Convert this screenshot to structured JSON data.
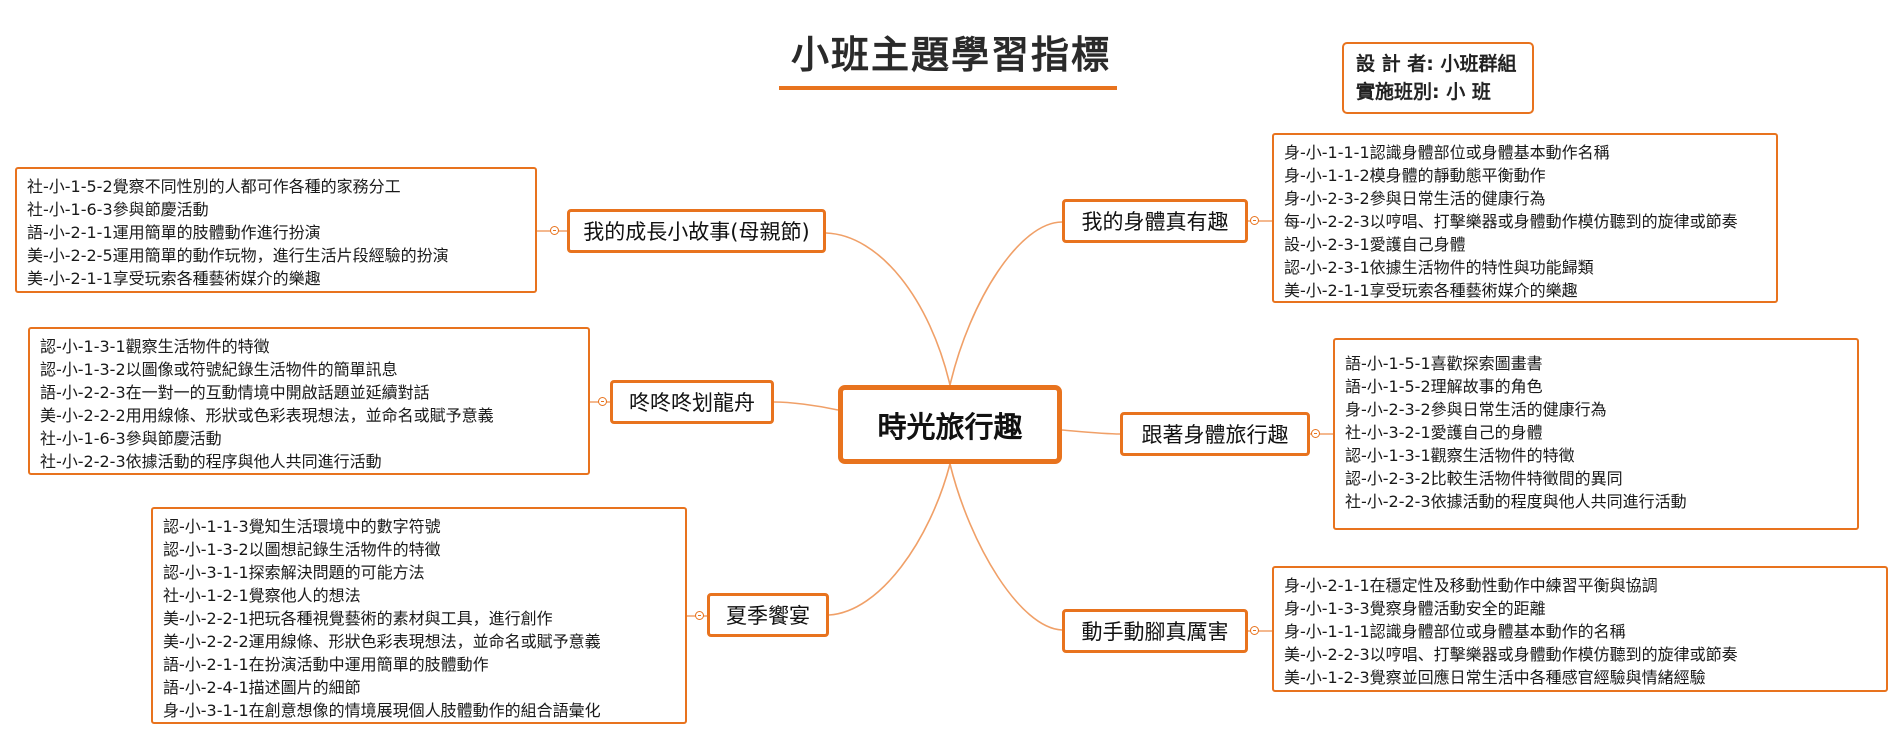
{
  "title": "小班主題學習指標",
  "designer": {
    "line1": "設 計 者:  小班群組",
    "line2": "實施班別: 小    班"
  },
  "center_topic": "時光旅行趣",
  "accent_color": "#e8731e",
  "branches": [
    {
      "topic": "我的成長小故事(母親節)",
      "details": [
        "社-小-1-5-2覺察不同性別的人都可作各種的家務分工",
        "社-小-1-6-3參與節慶活動",
        "語-小-2-1-1運用簡單的肢體動作進行扮演",
        "美-小-2-2-5運用簡單的動作玩物，進行生活片段經驗的扮演",
        "美-小-2-1-1享受玩索各種藝術媒介的樂趣"
      ]
    },
    {
      "topic": "咚咚咚划龍舟",
      "details": [
        "認-小-1-3-1觀察生活物件的特徵",
        "認-小-1-3-2以圖像或符號紀錄生活物件的簡單訊息",
        "語-小-2-2-3在一對一的互動情境中開啟話題並延續對話",
        "美-小-2-2-2用用線條、形狀或色彩表現想法，並命名或賦予意義",
        "社-小-1-6-3參與節慶活動",
        "社-小-2-2-3依據活動的程序與他人共同進行活動"
      ]
    },
    {
      "topic": "夏季饗宴",
      "details": [
        "認-小-1-1-3覺知生活環境中的數字符號",
        "認-小-1-3-2以圖想記錄生活物件的特徵",
        "認-小-3-1-1探索解決問題的可能方法",
        "社-小-1-2-1覺察他人的想法",
        "美-小-2-2-1把玩各種視覺藝術的素材與工具，進行創作",
        "美-小-2-2-2運用線條、形狀色彩表現想法，並命名或賦予意義",
        "語-小-2-1-1在扮演活動中運用簡單的肢體動作",
        "語-小-2-4-1描述圖片的細節",
        "身-小-3-1-1在創意想像的情境展現個人肢體動作的組合語彙化"
      ]
    },
    {
      "topic": "我的身體真有趣",
      "details": [
        "身-小-1-1-1認識身體部位或身體基本動作名稱",
        "身-小-1-1-2模身體的靜動態平衡動作",
        "身-小-2-3-2參與日常生活的健康行為",
        "每-小-2-2-3以哼唱、打擊樂器或身體動作模仿聽到的旋律或節奏",
        "設-小-2-3-1愛護自己身體",
        "認-小-2-3-1依據生活物件的特性與功能歸類",
        "美-小-2-1-1享受玩索各種藝術媒介的樂趣"
      ]
    },
    {
      "topic": "跟著身體旅行趣",
      "details": [
        "語-小-1-5-1喜歡探索圖畫書",
        "語-小-1-5-2理解故事的角色",
        "身-小-2-3-2參與日常生活的健康行為",
        "社-小-3-2-1愛護自己的身體",
        "認-小-1-3-1觀察生活物件的特徵",
        "認-小-2-3-2比較生活物件特徵間的異同",
        "社-小-2-2-3依據活動的程度與他人共同進行活動"
      ]
    },
    {
      "topic": "動手動腳真厲害",
      "details": [
        "身-小-2-1-1在穩定性及移動性動作中練習平衡與協調",
        "身-小-1-3-3覺察身體活動安全的距離",
        "身-小-1-1-1認識身體部位或身體基本動作的名稱",
        "美-小-2-2-3以哼唱、打擊樂器或身體動作模仿聽到的旋律或節奏",
        "美-小-1-2-3覺察並回應日常生活中各種感官經驗與情緒經驗"
      ]
    }
  ]
}
